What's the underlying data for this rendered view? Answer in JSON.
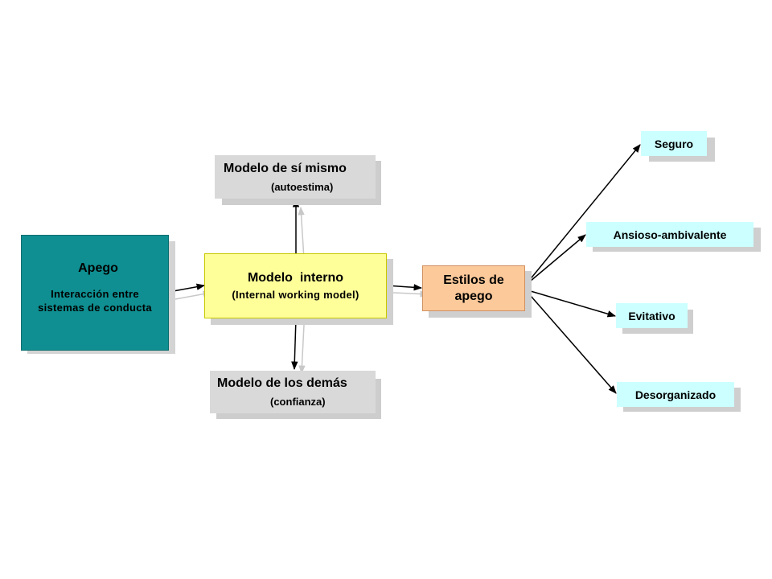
{
  "nodes": {
    "apego": {
      "title": "Apego",
      "subtitle_line1": "Interacción entre",
      "subtitle_line2": "sistemas de conducta"
    },
    "modelo_interno": {
      "title": "Modelo  interno",
      "subtitle": "(Internal working model)"
    },
    "modelo_si_mismo": {
      "title": "Modelo de sí mismo",
      "subtitle": "(autoestima)"
    },
    "modelo_demas": {
      "title": "Modelo de los demás",
      "subtitle": "(confianza)"
    },
    "estilos_apego": {
      "title": "Estilos de apego"
    },
    "outcomes": [
      "Seguro",
      "Ansioso-ambivalente",
      "Evitativo",
      "Desorganizado"
    ]
  },
  "edges": [
    {
      "from": "Apego",
      "to": "Modelo interno"
    },
    {
      "from": "Modelo interno",
      "to": "Modelo de sí mismo"
    },
    {
      "from": "Modelo interno",
      "to": "Modelo de los demás"
    },
    {
      "from": "Modelo interno",
      "to": "Estilos de apego"
    },
    {
      "from": "Estilos de apego",
      "to": "Seguro"
    },
    {
      "from": "Estilos de apego",
      "to": "Ansioso-ambivalente"
    },
    {
      "from": "Estilos de apego",
      "to": "Evitativo"
    },
    {
      "from": "Estilos de apego",
      "to": "Desorganizado"
    }
  ],
  "colors": {
    "apego_fill": "#0f8f91",
    "modelo_interno_fill": "#ffff99",
    "modelo_fill": "#d9d9d9",
    "estilos_fill": "#fcc99a",
    "outcome_fill": "#ccffff",
    "arrow": "#000000"
  }
}
